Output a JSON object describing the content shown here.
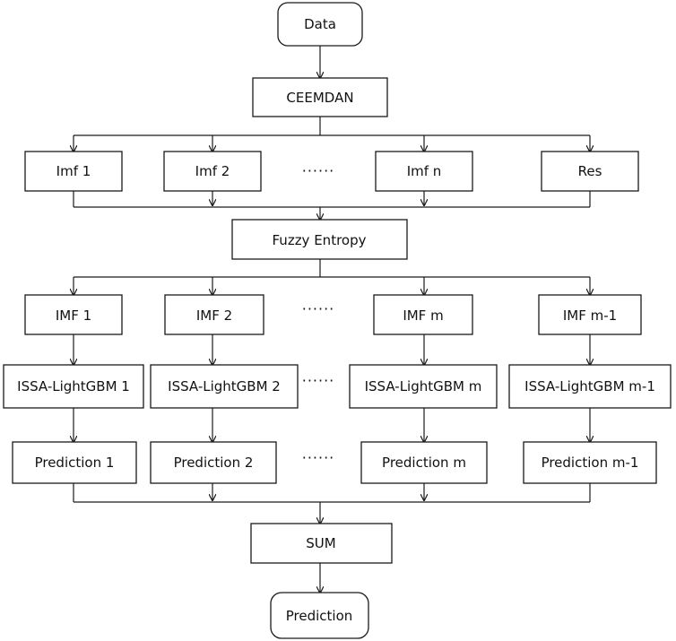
{
  "nodes": {
    "data": "Data",
    "ceemdan": "CEEMDAN",
    "imf1": "Imf 1",
    "imf2": "Imf 2",
    "imfn": "Imf n",
    "res": "Res",
    "fuzzy": "Fuzzy Entropy",
    "IMF1": "IMF 1",
    "IMF2": "IMF 2",
    "IMFm": "IMF m",
    "IMFm1": "IMF m-1",
    "lgb1": "ISSA-LightGBM 1",
    "lgb2": "ISSA-LightGBM 2",
    "lgbm": "ISSA-LightGBM m",
    "lgbm1": "ISSA-LightGBM m-1",
    "pred1": "Prediction 1",
    "pred2": "Prediction 2",
    "predm": "Prediction m",
    "predm1": "Prediction m-1",
    "sum": "SUM",
    "prediction": "Prediction"
  },
  "ellipsis": "······"
}
